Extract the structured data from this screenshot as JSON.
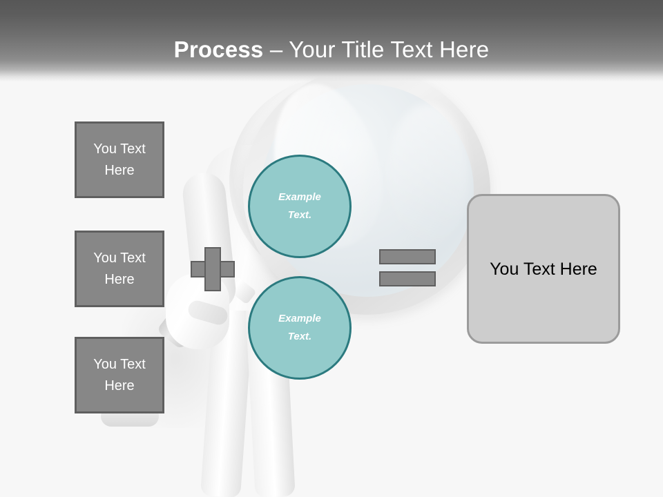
{
  "slide": {
    "background_color": "#f7f7f7",
    "header": {
      "title_strong": "Process",
      "title_light": " – Your Title Text Here",
      "band_color_top": "#575757",
      "band_color_bottom": "#e2e2e2",
      "title_color": "#ffffff"
    },
    "inputs": {
      "box_fill": "#878787",
      "box_border": "#5f5f5f",
      "text_color": "#ffffff",
      "items": [
        {
          "line1": "You Text",
          "line2": "Here"
        },
        {
          "line1": "You Text",
          "line2": "Here"
        },
        {
          "line1": "You Text",
          "line2": "Here"
        }
      ]
    },
    "circles": {
      "fill": "#93cbcb",
      "border": "#2b7a7f",
      "text_color": "#ffffff",
      "items": [
        {
          "line1": "Example",
          "line2": "Text."
        },
        {
          "line1": "Example",
          "line2": "Text."
        }
      ]
    },
    "operators": {
      "plus": {
        "name": "plus-sign",
        "fill": "#878787",
        "border": "#5f5f5f"
      },
      "equals": {
        "name": "equals-sign",
        "fill": "#878787",
        "border": "#5f5f5f"
      }
    },
    "result": {
      "label": "You Text Here",
      "fill": "#cdcdcd",
      "border": "#9b9b9b",
      "text_color": "#000000"
    },
    "artwork": {
      "magnifier": "magnifying-glass-illustration",
      "figure": "3d-white-figure-illustration"
    }
  }
}
